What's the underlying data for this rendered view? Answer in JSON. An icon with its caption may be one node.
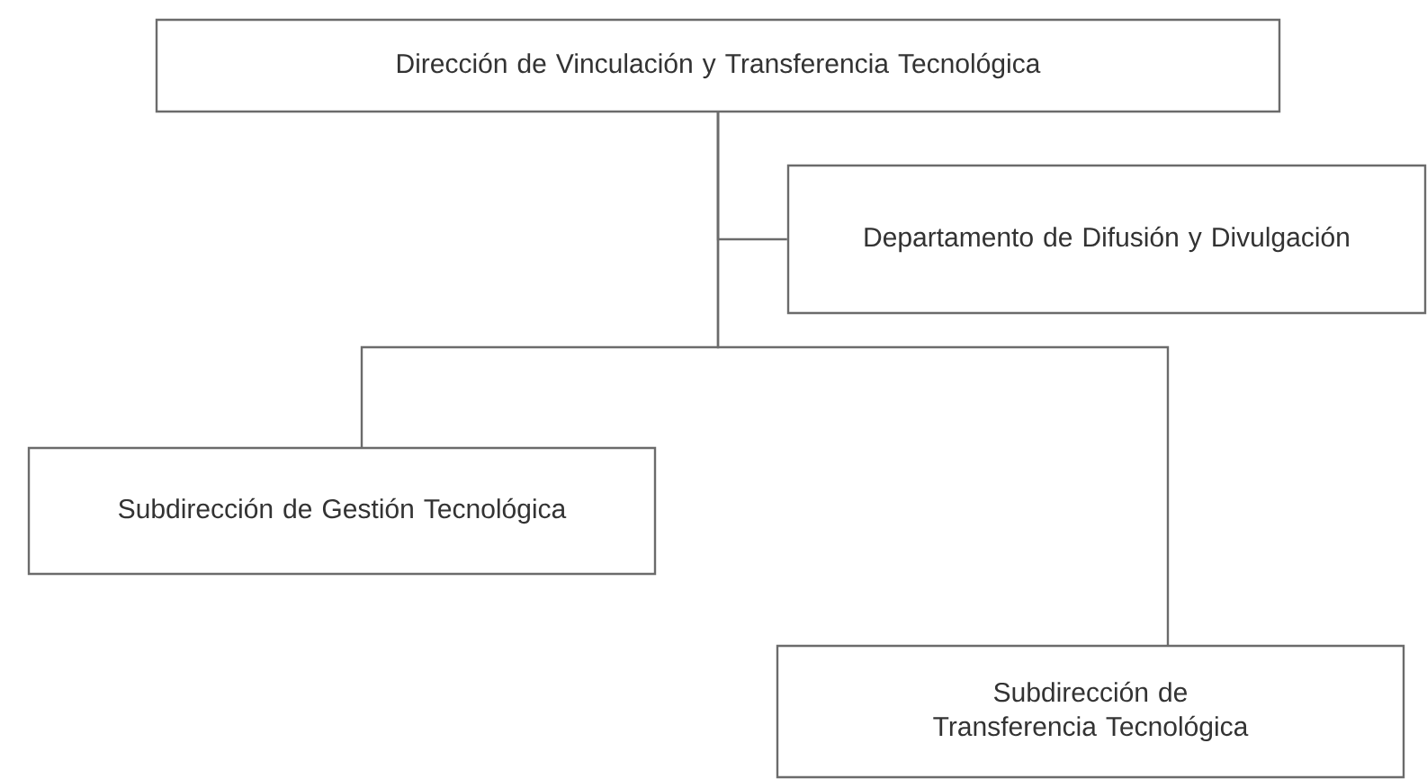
{
  "diagram": {
    "nodes": [
      {
        "text": [
          "Dirección de Vinculación y Transferencia Tecnológica"
        ]
      },
      {
        "text": [
          "Departamento de Difusión y Divulgación"
        ]
      },
      {
        "text": [
          "Subdirección de Gestión Tecnológica"
        ]
      },
      {
        "text": [
          "Subdirección de Transferencia Tecnológica"
        ]
      }
    ],
    "edges": [
      {
        "from": 0,
        "to": 1,
        "arrow": "none"
      },
      {
        "from": 0,
        "to": 2,
        "arrow": "none"
      },
      {
        "from": 0,
        "to": 3,
        "arrow": "none"
      }
    ]
  }
}
